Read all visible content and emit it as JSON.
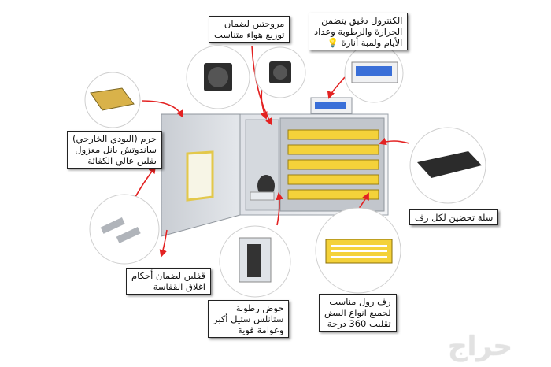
{
  "labels": {
    "fans": {
      "line1": "مروحتين لضمان",
      "line2": "توزيع هواء متناسب"
    },
    "control": {
      "line1": "الكنترول دقيق يتضمن",
      "line2": "الحرارة والرطوبة وعداد",
      "line3": "الأيام ولمبة أنارة",
      "bulb": "💡"
    },
    "body": {
      "line1": "جرم (البودي الخارجي)",
      "line2": "ساندوتش بانل معزول",
      "line3": "بفلين عالي الكفائة"
    },
    "basket": {
      "line1": "سلة تحضين لكل رف"
    },
    "locks": {
      "line1": "قفلين لضمان أحكام",
      "line2": "اغلاق القفاسة"
    },
    "tray": {
      "line1": "رف رول مناسب",
      "line2": "لجميع انواع البيض",
      "line3": "تقليب 360 درجة"
    },
    "water": {
      "line1": "حوض رطوبة",
      "line2": "ستانلس ستيل أكبر",
      "line3": "وعوامة قوية"
    }
  },
  "watermark": "حراج",
  "colors": {
    "arrow": "#e32222",
    "tray_yellow": "#f4d23a",
    "cabinet": "#e8eaee",
    "display_blue": "#3a6fd8"
  }
}
